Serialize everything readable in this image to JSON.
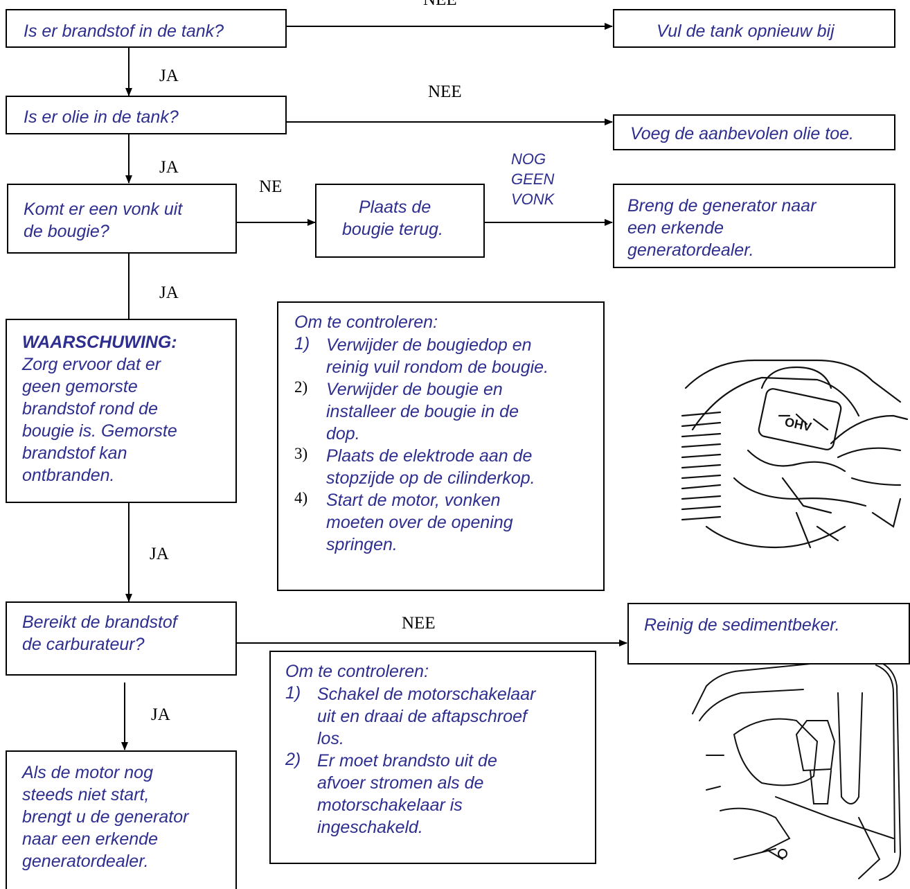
{
  "colors": {
    "text_blue": "#2e2e8f",
    "line": "#000000"
  },
  "questions": {
    "fuel": "Is er brandstof in de tank?",
    "oil": "Is er olie in de tank?",
    "spark_line1": "Komt er een vonk uit",
    "spark_line2": "de bougie?",
    "carb_line1": "Bereikt de brandstof",
    "carb_line2": "de carburateur?"
  },
  "actions": {
    "refill": "Vul de tank opnieuw bij",
    "add_oil": "Voeg de aanbevolen olie toe.",
    "replace_plug_line1": "Plaats de",
    "replace_plug_line2": "bougie terug.",
    "dealer_line1": "Breng de generator naar",
    "dealer_line2": "een erkende",
    "dealer_line3": "generatordealer.",
    "clean_cup": "Reinig de sedimentbeker."
  },
  "warning": {
    "title": "WAARSCHUWING:",
    "lines": [
      "Zorg ervoor dat er",
      "geen gemorste",
      "brandstof rond de",
      "bougie is. Gemorste",
      "brandstof kan",
      "ontbranden."
    ]
  },
  "final": {
    "lines": [
      "Als de motor nog",
      "steeds niet start,",
      "brengt u de generator",
      "naar een erkende",
      "generatordealer."
    ]
  },
  "edge_labels": {
    "nee_top": "NEE",
    "ja_1": "JA",
    "nee_oil": "NEE",
    "ja_2": "JA",
    "ne_spark": "NE",
    "nog": "NOG",
    "geen": "GEEN",
    "vonk": "VONK",
    "ja_3": "JA",
    "ja_4": "JA",
    "nee_carb": "NEE",
    "ja_5": "JA"
  },
  "check_spark": {
    "title": "Om te controleren:",
    "steps": [
      {
        "num": "1)",
        "lines": [
          "Verwijder de bougiedop en",
          "reinig vuil rondom de bougie."
        ]
      },
      {
        "num": "2)",
        "lines": [
          "Verwijder de bougie en",
          "installeer de bougie in de",
          "dop."
        ]
      },
      {
        "num": "3)",
        "lines": [
          "Plaats de elektrode aan de",
          "stopzijde op de cilinderkop."
        ]
      },
      {
        "num": "4)",
        "lines": [
          "Start de motor, vonken",
          "moeten over de opening",
          "springen."
        ]
      }
    ]
  },
  "check_fuel": {
    "title": "Om te controleren:",
    "steps": [
      {
        "num": "1)",
        "lines": [
          "Schakel de motorschakelaar",
          "uit en draai de aftapschroef",
          "los."
        ]
      },
      {
        "num": "2)",
        "lines": [
          "Er moet brandsto uit de",
          "afvoer stromen als de",
          "motorschakelaar is",
          "ingeschakeld."
        ]
      }
    ]
  },
  "illustrations": {
    "engine_label": "OHV"
  }
}
